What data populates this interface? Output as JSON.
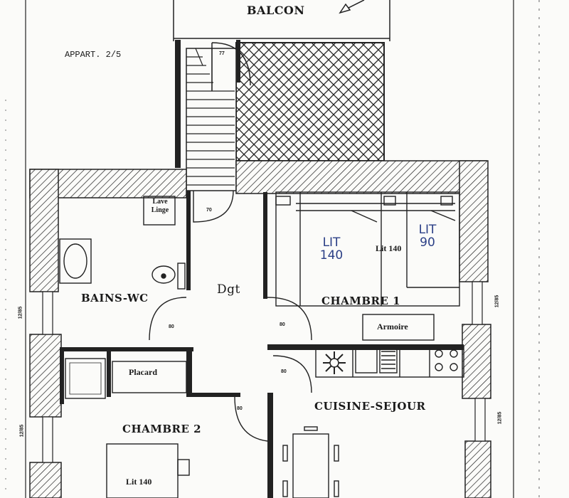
{
  "header": {
    "apartment_label": "APPART. 2/5"
  },
  "rooms": {
    "balcon": "BALCON",
    "bains_wc": "BAINS-WC",
    "dgt": "Dgt",
    "chambre1": "CHAMBRE 1",
    "chambre2": "CHAMBRE 2",
    "cuisine_sejour": "CUISINE-SEJOUR"
  },
  "fixtures": {
    "lave_linge_line1": "Lave",
    "lave_linge_line2": "Linge",
    "placard": "Placard",
    "armoire": "Armoire",
    "lit140_chambre1": "Lit 140",
    "lit140_chambre2": "Lit 140"
  },
  "handwritten": {
    "lit_140_word": "LIT",
    "lit_140_size": "140",
    "lit_90_word": "LIT",
    "lit_90_size": "90"
  },
  "door_widths": {
    "stair_top": "77",
    "stair_bottom": "70",
    "bath": "80",
    "ch1": "80",
    "kitchen": "80",
    "ch2": "80"
  },
  "window_dims": {
    "left_upper": "12/85",
    "left_lower": "12/85",
    "right_upper": "12/85",
    "right_lower": "12/85"
  }
}
